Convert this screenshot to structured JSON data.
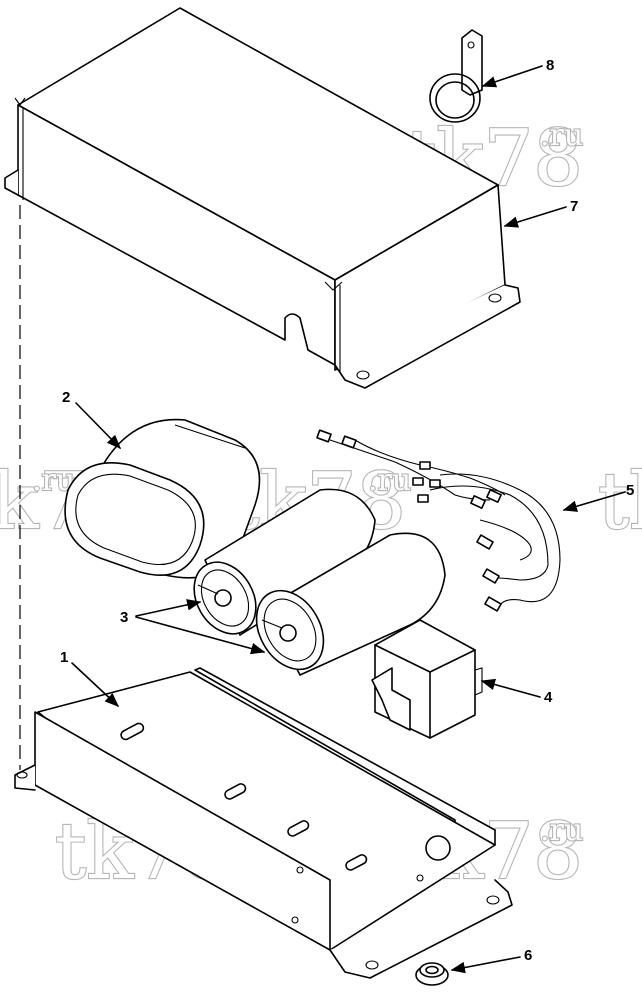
{
  "watermark": {
    "main": "tk78",
    "suffix": ".ru"
  },
  "callouts": [
    {
      "id": "1",
      "label": "1"
    },
    {
      "id": "2",
      "label": "2"
    },
    {
      "id": "3",
      "label": "3"
    },
    {
      "id": "4",
      "label": "4"
    },
    {
      "id": "5",
      "label": "5"
    },
    {
      "id": "6",
      "label": "6"
    },
    {
      "id": "7",
      "label": "7"
    },
    {
      "id": "8",
      "label": "8"
    }
  ]
}
